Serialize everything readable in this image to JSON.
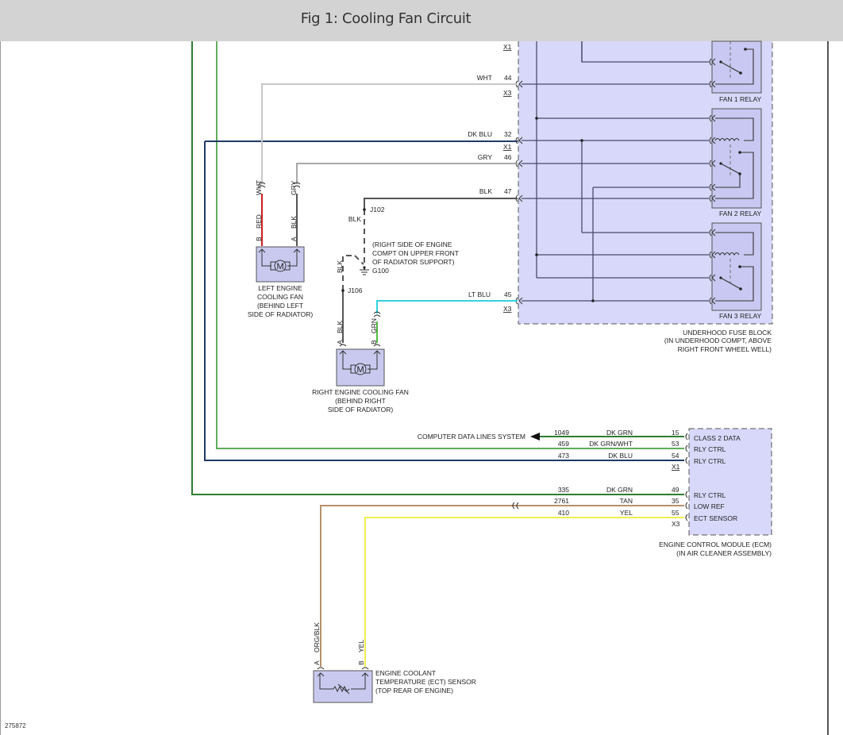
{
  "header": {
    "title": "Fig 1: Cooling Fan Circuit"
  },
  "figure_id": "275872",
  "colors": {
    "block_fill": "#d8d8fb",
    "relay_fill": "#c8c8f2",
    "component_fill": "#c9c9f0",
    "inner_wire": "#4a4a6a",
    "wht": "#c8c8c8",
    "gry": "#a8a8a8",
    "blk": "#555555",
    "red": "#cc2222",
    "dk_blu": "#1f3a66",
    "lt_blu": "#33d4e0",
    "grn": "#55bb44",
    "dk_grn": "#2e7d32",
    "dk_grn_wht": "#5fae5a",
    "tan": "#b8906a",
    "yel": "#f0ee50"
  },
  "fuse_block": {
    "name_lines": [
      "UNDERHOOD FUSE BLOCK",
      "(IN UNDERHOOD COMPT, ABOVE",
      "RIGHT FRONT WHEEL WELL)"
    ],
    "relays": [
      "FAN 1 RELAY",
      "FAN 2 RELAY",
      "FAN 3 RELAY"
    ],
    "connectors": {
      "x1_top": "X1",
      "x3_a": "X3",
      "x1_b": "X1",
      "x3_b": "X3"
    },
    "pins": [
      {
        "wire": "WHT",
        "pin": "44"
      },
      {
        "wire": "DK BLU",
        "pin": "32"
      },
      {
        "wire": "GRY",
        "pin": "46"
      },
      {
        "wire": "BLK",
        "pin": "47"
      },
      {
        "wire": "LT BLU",
        "pin": "45"
      }
    ]
  },
  "left_fan": {
    "label_lines": [
      "LEFT ENGINE",
      "COOLING FAN",
      "(BEHIND LEFT",
      "SIDE OF RADIATOR)"
    ],
    "motor": "M",
    "pin_b": {
      "pin": "B",
      "wire": "RED",
      "upstream": "WHT"
    },
    "pin_a": {
      "pin": "A",
      "wire": "BLK",
      "upstream": "GRY"
    }
  },
  "right_fan": {
    "label_lines": [
      "RIGHT ENGINE COOLING FAN",
      "(BEHIND RIGHT",
      "SIDE OF RADIATOR)"
    ],
    "motor": "M",
    "pin_a": {
      "pin": "A",
      "wire": "BLK"
    },
    "pin_b": {
      "pin": "B",
      "wire": "GRN"
    }
  },
  "ground": {
    "j102": "J102",
    "j106": "J106",
    "g100": "G100",
    "wire_upper": "BLK",
    "wire_lower": "BLK",
    "location_lines": [
      "(RIGHT SIDE OF ENGINE",
      "COMPT ON UPPER FRONT",
      "OF RADIATOR SUPPORT)"
    ]
  },
  "ecm": {
    "name_lines": [
      "ENGINE CONTROL MODULE (ECM)",
      "(IN AIR CLEANER ASSEMBLY)"
    ],
    "connector_x1": "X1",
    "connector_x3": "X3",
    "data_lines_label": "COMPUTER DATA LINES SYSTEM",
    "pins": [
      {
        "circuit": "1049",
        "wire": "DK GRN",
        "pin": "15",
        "function": "CLASS 2 DATA"
      },
      {
        "circuit": "459",
        "wire": "DK GRN/WHT",
        "pin": "53",
        "function": "RLY CTRL"
      },
      {
        "circuit": "473",
        "wire": "DK BLU",
        "pin": "54",
        "function": "RLY CTRL"
      },
      {
        "circuit": "335",
        "wire": "DK GRN",
        "pin": "49",
        "function": "RLY CTRL"
      },
      {
        "circuit": "2761",
        "wire": "TAN",
        "pin": "35",
        "function": "LOW REF"
      },
      {
        "circuit": "410",
        "wire": "YEL",
        "pin": "55",
        "function": "ECT SENSOR"
      }
    ]
  },
  "ect_sensor": {
    "label_lines": [
      "ENGINE COOLANT",
      "TEMPERATURE (ECT) SENSOR",
      "(TOP REAR OF ENGINE)"
    ],
    "pin_a": {
      "pin": "A",
      "wire": "ORG/BLK"
    },
    "pin_b": {
      "pin": "B",
      "wire": "YEL"
    }
  }
}
